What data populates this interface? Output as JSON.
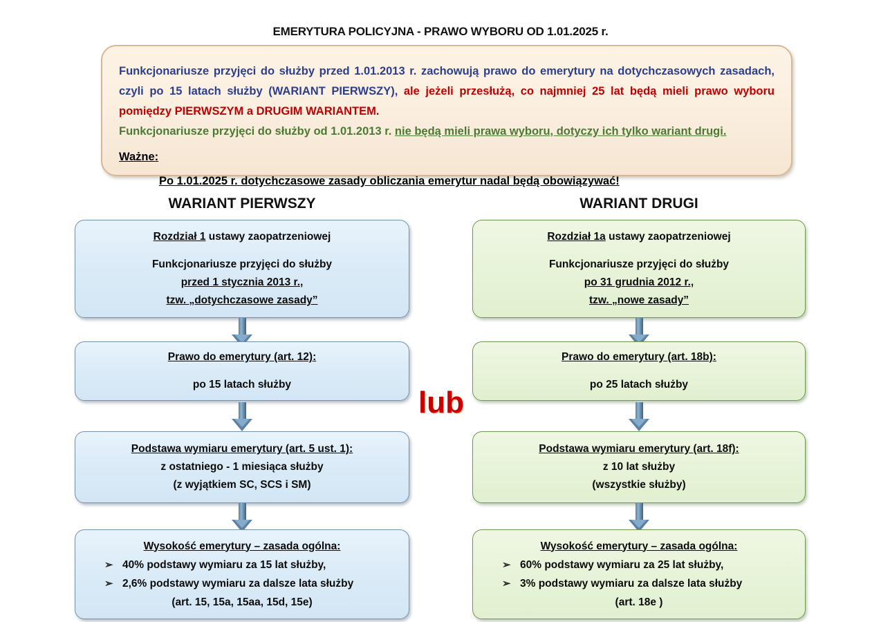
{
  "title": "EMERYTURA POLICYJNA  - PRAWO WYBORU OD 1.01.2025 r.",
  "intro": {
    "p1_blue": "Funkcjonariusze przyjęci do służby przed 1.01.2013 r. zachowują prawo do emerytury na dotychczasowych zasadach, czyli po 15 latach służby (WARIANT PIERWSZY),",
    "p1_red": "ale jeżeli przesłużą, co najmniej 25 lat będą mieli prawo wyboru pomiędzy PIERWSZYM a DRUGIM WARIANTEM.",
    "p2_green_plain": "Funkcjonariusze przyjęci do służby od 1.01.2013 r. ",
    "p2_green_underline": "nie będą mieli prawa wyboru, dotyczy ich tylko wariant drugi.",
    "important_label": "Ważne:",
    "important_text": "Po 1.01.2025 r. dotychczasowe zasady obliczania emerytur nadal będą obowiązywać!"
  },
  "separator": "lub",
  "columns": [
    {
      "heading": "WARIANT PIERWSZY",
      "accent": "#7492ad",
      "boxes": [
        {
          "line1_underline": "Rozdział 1",
          "line1_plain": " ustawy zaopatrzeniowej",
          "line2": "Funkcjonariusze przyjęci do służby",
          "line3": "przed 1 stycznia 2013 r.,",
          "line4": "tzw. „dotychczasowe zasady”"
        },
        {
          "line1_underline": "Prawo do emerytury (art. 12):",
          "line2": "po 15 latach służby"
        },
        {
          "line1_underline": "Podstawa wymiaru emerytury (art. 5 ust. 1):",
          "line2": "z ostatniego - 1 miesiąca służby",
          "line3": "(z wyjątkiem SC, SCS i SM)"
        },
        {
          "line1_underline": "Wysokość emerytury – zasada ogólna:",
          "bullets": [
            "40% podstawy wymiaru za 15 lat służby,",
            "2,6% podstawy wymiaru za dalsze lata służby"
          ],
          "note": "(art. 15, 15a, 15aa, 15d, 15e)"
        }
      ]
    },
    {
      "heading": "WARIANT DRUGI",
      "accent": "#6d9a4e",
      "boxes": [
        {
          "line1_underline": "Rozdział 1a",
          "line1_plain": " ustawy zaopatrzeniowej",
          "line2": "Funkcjonariusze przyjęci do służby",
          "line3": "po 31 grudnia 2012 r.,",
          "line4": "tzw. „nowe zasady”"
        },
        {
          "line1_underline": "Prawo do emerytury (art. 18b):",
          "line2": "po 25 latach służby"
        },
        {
          "line1_underline": "Podstawa wymiaru emerytury (art. 18f):",
          "line2": "z 10 lat służby",
          "line3": "(wszystkie służby)"
        },
        {
          "line1_underline": "Wysokość emerytury – zasada ogólna:",
          "bullets": [
            "60% podstawy wymiaru za 25 lat służby,",
            "3% podstawy wymiaru za dalsze lata służby"
          ],
          "note": "(art. 18e )"
        }
      ]
    }
  ],
  "icons": {
    "bullet": "➢",
    "arrow_down": "down-arrow"
  },
  "colors": {
    "blue_text": "#2c3f8f",
    "red_text": "#c00000",
    "green_text": "#4b7a33",
    "lub_red": "#cc0000",
    "intro_bg": "#fbefe0",
    "blue_box_bg": "#dcecf8",
    "green_box_bg": "#e8f4da",
    "arrow_blue": "#5b81a4"
  }
}
